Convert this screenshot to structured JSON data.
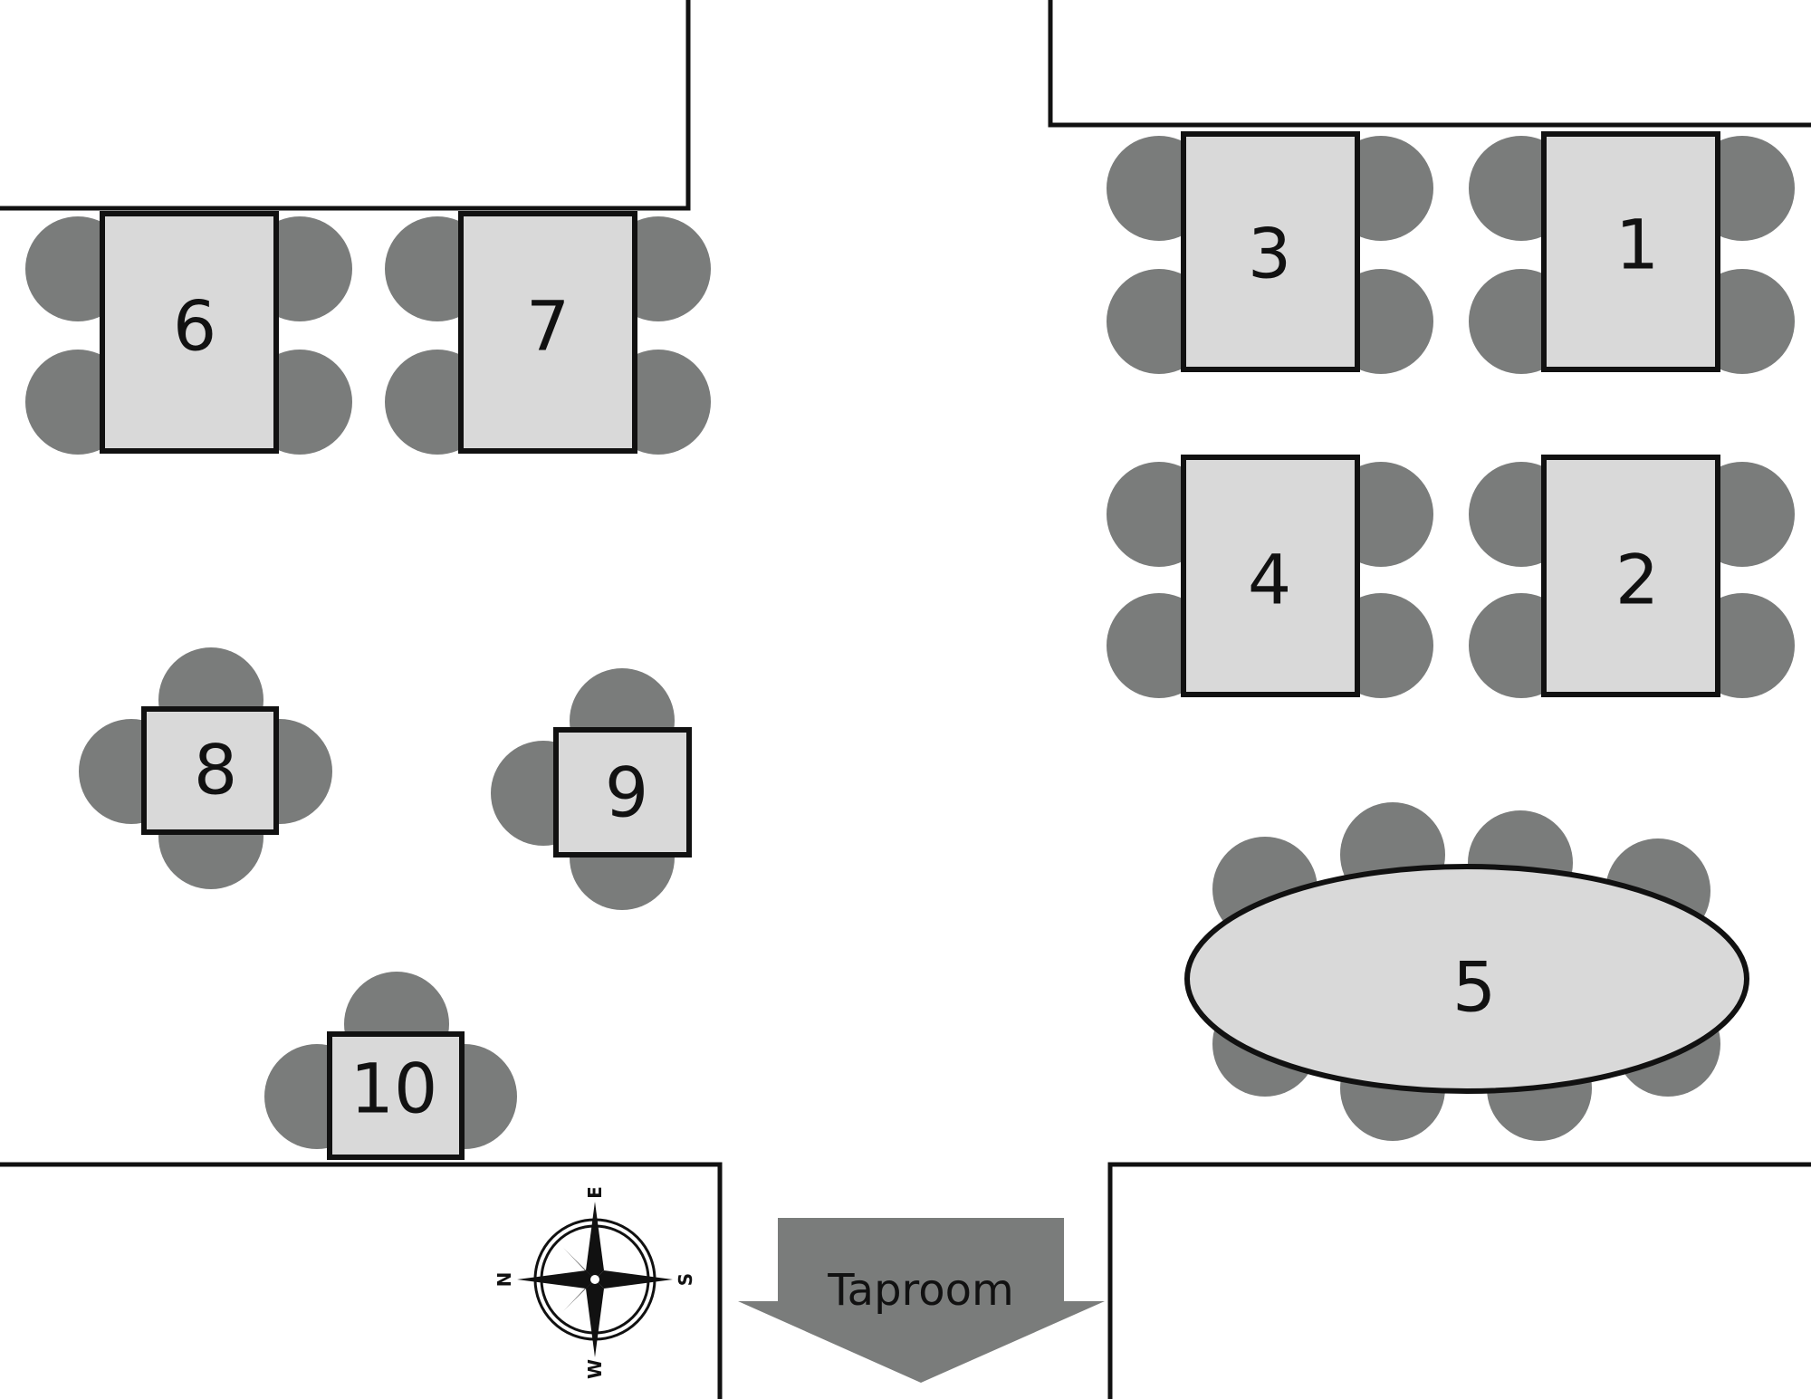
{
  "floorplan": {
    "colors": {
      "chair": "#7a7c7b",
      "table": "#d9d9d9",
      "outline": "#111111",
      "arrow": "#7a7c7b"
    },
    "tables": [
      {
        "label": "1",
        "shape": "rect",
        "seats": 4
      },
      {
        "label": "2",
        "shape": "rect",
        "seats": 4
      },
      {
        "label": "3",
        "shape": "rect",
        "seats": 4
      },
      {
        "label": "4",
        "shape": "rect",
        "seats": 4
      },
      {
        "label": "5",
        "shape": "oval",
        "seats": 8
      },
      {
        "label": "6",
        "shape": "rect",
        "seats": 4
      },
      {
        "label": "7",
        "shape": "rect",
        "seats": 4
      },
      {
        "label": "8",
        "shape": "square",
        "seats": 4
      },
      {
        "label": "9",
        "shape": "square",
        "seats": 3
      },
      {
        "label": "10",
        "shape": "square",
        "seats": 3
      }
    ],
    "exit": {
      "label": "Taproom"
    },
    "compass": {
      "north": "N",
      "east": "E",
      "south": "S",
      "west": "W",
      "icon": "compass-rose-icon"
    }
  }
}
